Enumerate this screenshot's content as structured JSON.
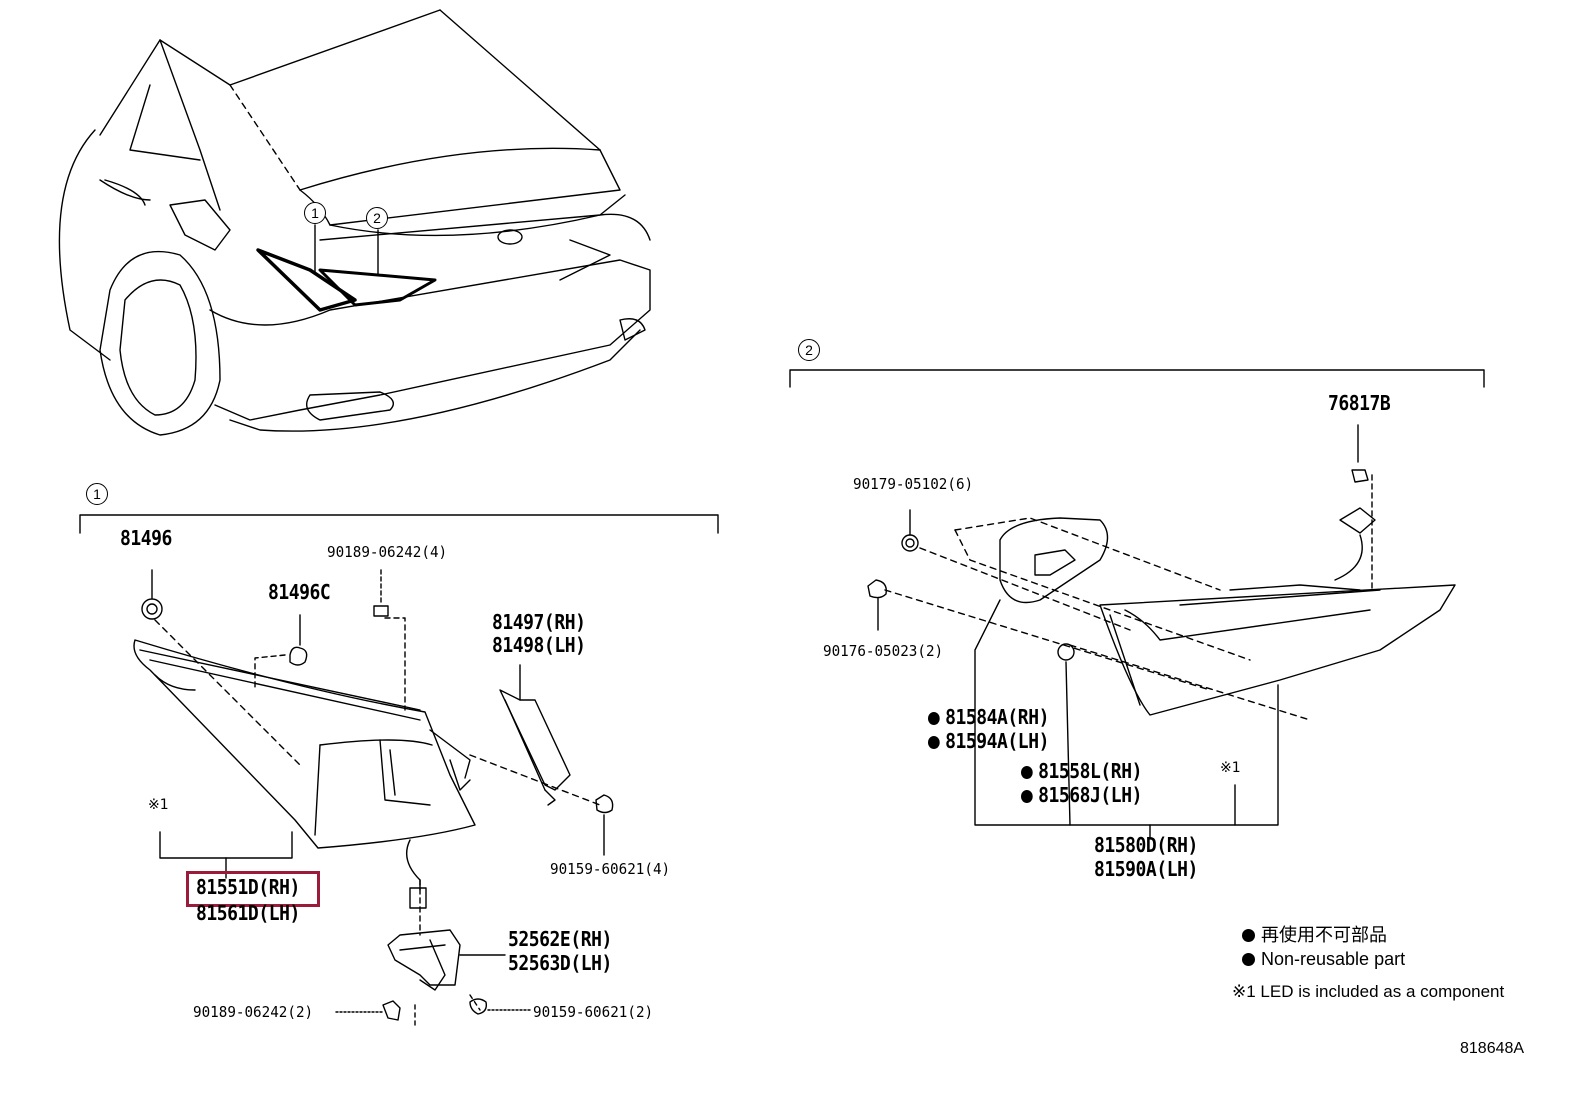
{
  "diagram": {
    "callouts": {
      "one": "1",
      "two": "2"
    },
    "section1_parts": {
      "p81496": "81496",
      "p81496c": "81496C",
      "p9018906242_4": "90189-06242(4)",
      "p81497": "81497(RH)",
      "p81498": "81498(LH)",
      "p9015960621_4": "90159-60621(4)",
      "p81551d": "81551D(RH)",
      "p81561d": "81561D(LH)",
      "p52562e": "52562E(RH)",
      "p52563d": "52563D(LH)",
      "p9018906242_2": "90189-06242(2)",
      "p9015960621_2": "90159-60621(2)",
      "note_mark": "※1"
    },
    "section2_parts": {
      "p76817b": "76817B",
      "p9017905102": "90179-05102(6)",
      "p9017605023": "90176-05023(2)",
      "p81584a": "81584A(RH)",
      "p81594a": "81594A(LH)",
      "p81558l": "81558L(RH)",
      "p81568j": "81568J(LH)",
      "p81580d": "81580D(RH)",
      "p81590a": "81590A(LH)",
      "note_mark": "※1"
    },
    "legend": {
      "non_reusable_jp": "再使用不可部品",
      "non_reusable_en": "Non-reusable part",
      "led_note": "※1 LED is included as a component"
    },
    "reference_code": "818648A",
    "highlight_color": "#9b1b3b"
  }
}
